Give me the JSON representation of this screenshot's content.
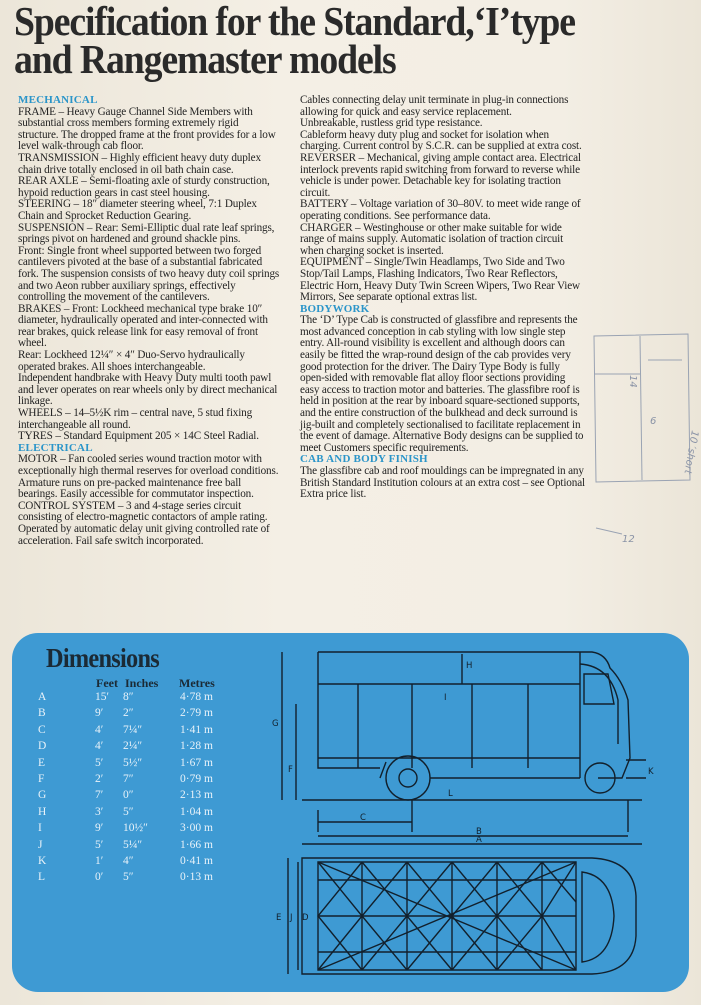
{
  "title_line1": "Specification for the Standard,‘I’type",
  "title_line2": "and Rangemaster models",
  "col1": [
    {
      "h": "MECHANICAL"
    },
    {
      "t": "FRAME – Heavy Gauge Channel Side Members with substantial cross members forming extremely rigid structure. The dropped frame at the front provides for a low level walk-through cab floor."
    },
    {
      "t": "TRANSMISSION – Highly efficient heavy duty duplex chain drive totally enclosed in oil bath chain case."
    },
    {
      "t": "REAR AXLE – Semi-floating axle of sturdy construction, hypoid reduction gears in cast steel housing."
    },
    {
      "t": "STEERING – 18″ diameter steering wheel, 7:1 Duplex Chain and Sprocket Reduction Gearing."
    },
    {
      "t": "SUSPENSION – Rear: Semi-Elliptic dual rate leaf springs, springs pivot on hardened and ground shackle pins."
    },
    {
      "t": "Front: Single front wheel supported between two forged cantilevers pivoted at the base of a substantial fabricated fork. The suspension consists of two heavy duty coil springs and two Aeon rubber auxiliary springs, effectively controlling the movement of the cantilevers."
    },
    {
      "t": "BRAKES – Front: Lockheed mechanical type brake 10″ diameter, hydraulically operated and inter-connected with rear brakes, quick release link for easy removal of front wheel."
    },
    {
      "t": "Rear: Lockheed 12¼″ × 4″ Duo-Servo hydraulically operated brakes. All shoes interchangeable."
    },
    {
      "t": "Independent handbrake with Heavy Duty multi tooth pawl and lever operates on rear wheels only by direct mechanical linkage."
    },
    {
      "t": "WHEELS – 14–5½K rim – central nave, 5 stud fixing interchangeable all round."
    },
    {
      "t": "TYRES – Standard Equipment 205 × 14C Steel Radial."
    },
    {
      "h": "ELECTRICAL"
    },
    {
      "t": "MOTOR – Fan cooled series wound traction motor with exceptionally high thermal reserves for overload conditions. Armature runs on pre-packed maintenance free ball bearings. Easily accessible for commutator inspection."
    },
    {
      "t": "CONTROL SYSTEM – 3 and 4-stage series circuit consisting of electro-magnetic contactors of ample rating. Operated by automatic delay unit giving controlled rate of acceleration. Fail safe switch incorporated."
    }
  ],
  "col2": [
    {
      "t": "Cables connecting delay unit terminate in plug-in connections allowing for quick and easy service replacement."
    },
    {
      "t": "Unbreakable, rustless grid type resistance."
    },
    {
      "t": "Cableform heavy duty plug and socket for isolation when charging. Current control by S.C.R. can be supplied at extra cost."
    },
    {
      "t": "REVERSER – Mechanical, giving ample contact area. Electrical interlock prevents rapid switching from forward to reverse while vehicle is under power. Detachable key for isolating traction circuit."
    },
    {
      "t": "BATTERY – Voltage variation of 30–80V. to meet wide range of operating conditions. See performance data."
    },
    {
      "t": "CHARGER – Westinghouse or other make suitable for wide range of mains supply. Automatic isolation of traction circuit when charging socket is inserted."
    },
    {
      "t": "EQUIPMENT – Single/Twin Headlamps, Two Side and Two Stop/Tail Lamps, Flashing Indicators, Two Rear Reflectors, Electric Horn, Heavy Duty Twin Screen Wipers, Two Rear View Mirrors, See separate optional extras list."
    },
    {
      "h": "BODYWORK"
    },
    {
      "t": "The ‘D’ Type Cab is constructed of glassfibre and represents the most advanced conception in cab styling with low single step entry. All-round visibility is excellent and although doors can easily be fitted the wrap-round design of the cab provides very good protection for the driver. The Dairy Type Body is fully open-sided with removable flat alloy floor sections providing easy access to traction motor and batteries. The glassfibre roof is held in position at the rear by inboard square-sectioned supports, and the entire construction of the bulkhead and deck surround is jig-built and completely sectionalised to facilitate replacement in the event of damage. Alternative Body designs can be supplied to meet Customers specific requirements."
    },
    {
      "h": "CAB AND BODY FINISH"
    },
    {
      "t": "The glassfibre cab and roof mouldings can be impregnated in any British Standard Institution colours at an extra cost – see Optional Extra price list."
    }
  ],
  "dimensions": {
    "title": "Dimensions",
    "headers": [
      "Feet",
      "Inches",
      "Metres"
    ],
    "rows": [
      [
        "A",
        "15′",
        "8″",
        "4·78 m"
      ],
      [
        "B",
        "9′",
        "2″",
        "2·79 m"
      ],
      [
        "C",
        "4′",
        "7¼″",
        "1·41 m"
      ],
      [
        "D",
        "4′",
        "2¼″",
        "1·28 m"
      ],
      [
        "E",
        "5′",
        "5½″",
        "1·67 m"
      ],
      [
        "F",
        "2′",
        "7″",
        "0·79 m"
      ],
      [
        "G",
        "7′",
        "0″",
        "2·13 m"
      ],
      [
        "H",
        "3′",
        "5″",
        "1·04 m"
      ],
      [
        "I",
        "9′",
        "10½″",
        "3·00 m"
      ],
      [
        "J",
        "5′",
        "5¼″",
        "1·66 m"
      ],
      [
        "K",
        "1′",
        "4″",
        "0·41 m"
      ],
      [
        "L",
        "0′",
        "5″",
        "0·13 m"
      ]
    ]
  },
  "drawing_labels": {
    "a": "A",
    "b": "B",
    "c": "C",
    "d": "D",
    "e": "E",
    "f": "F",
    "g": "G",
    "h": "H",
    "i": "I",
    "j": "J",
    "k": "K",
    "l": "L"
  },
  "sketch_notes": {
    "n1": "14",
    "n2": "6",
    "n3": "10 ′short",
    "n4": "12"
  },
  "colors": {
    "heading": "#2b95c9",
    "panel": "#3e9ad3"
  }
}
